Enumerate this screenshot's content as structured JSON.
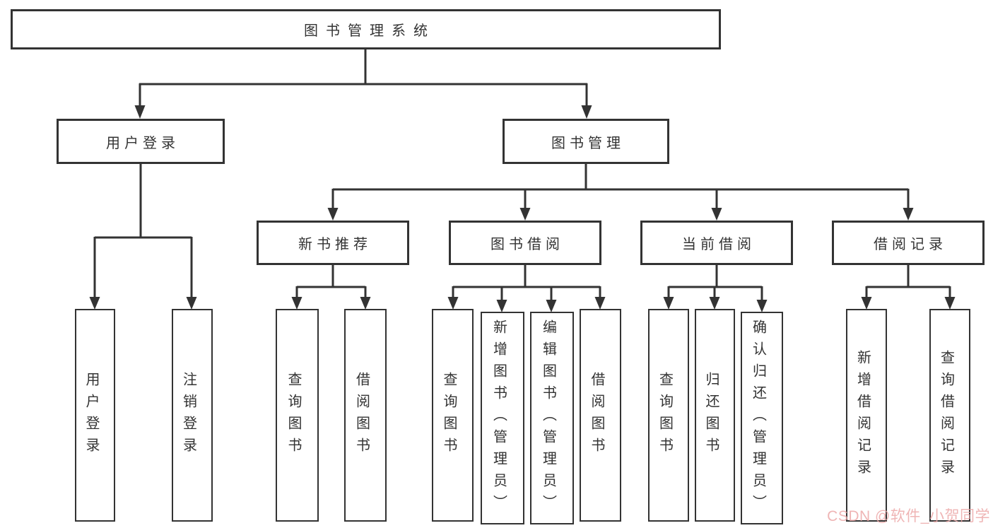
{
  "page": {
    "background": "#ffffff",
    "line_color": "#333333",
    "box_border_color": "#333333",
    "text_color": "#333333"
  },
  "tree": {
    "root": {
      "label": "图书管理系统"
    },
    "branches": [
      {
        "label": "用户登录",
        "children": [
          {
            "label": "用户登录"
          },
          {
            "label": "注销登录"
          }
        ]
      },
      {
        "label": "图书管理",
        "children": [
          {
            "label": "新书推荐",
            "children": [
              {
                "label": "查询图书"
              },
              {
                "label": "借阅图书"
              }
            ]
          },
          {
            "label": "图书借阅",
            "children": [
              {
                "label": "查询图书"
              },
              {
                "label": "新增图书（管理员）"
              },
              {
                "label": "编辑图书（管理员）"
              },
              {
                "label": "借阅图书"
              }
            ]
          },
          {
            "label": "当前借阅",
            "children": [
              {
                "label": "查询图书"
              },
              {
                "label": "归还图书"
              },
              {
                "label": "确认归还（管理员）"
              }
            ]
          },
          {
            "label": "借阅记录",
            "children": [
              {
                "label": "新增借阅记录"
              },
              {
                "label": "查询借阅记录"
              }
            ]
          }
        ]
      }
    ]
  },
  "watermark": {
    "text": "CSDN @软件_小贺同学",
    "color": "#eca8a8"
  }
}
